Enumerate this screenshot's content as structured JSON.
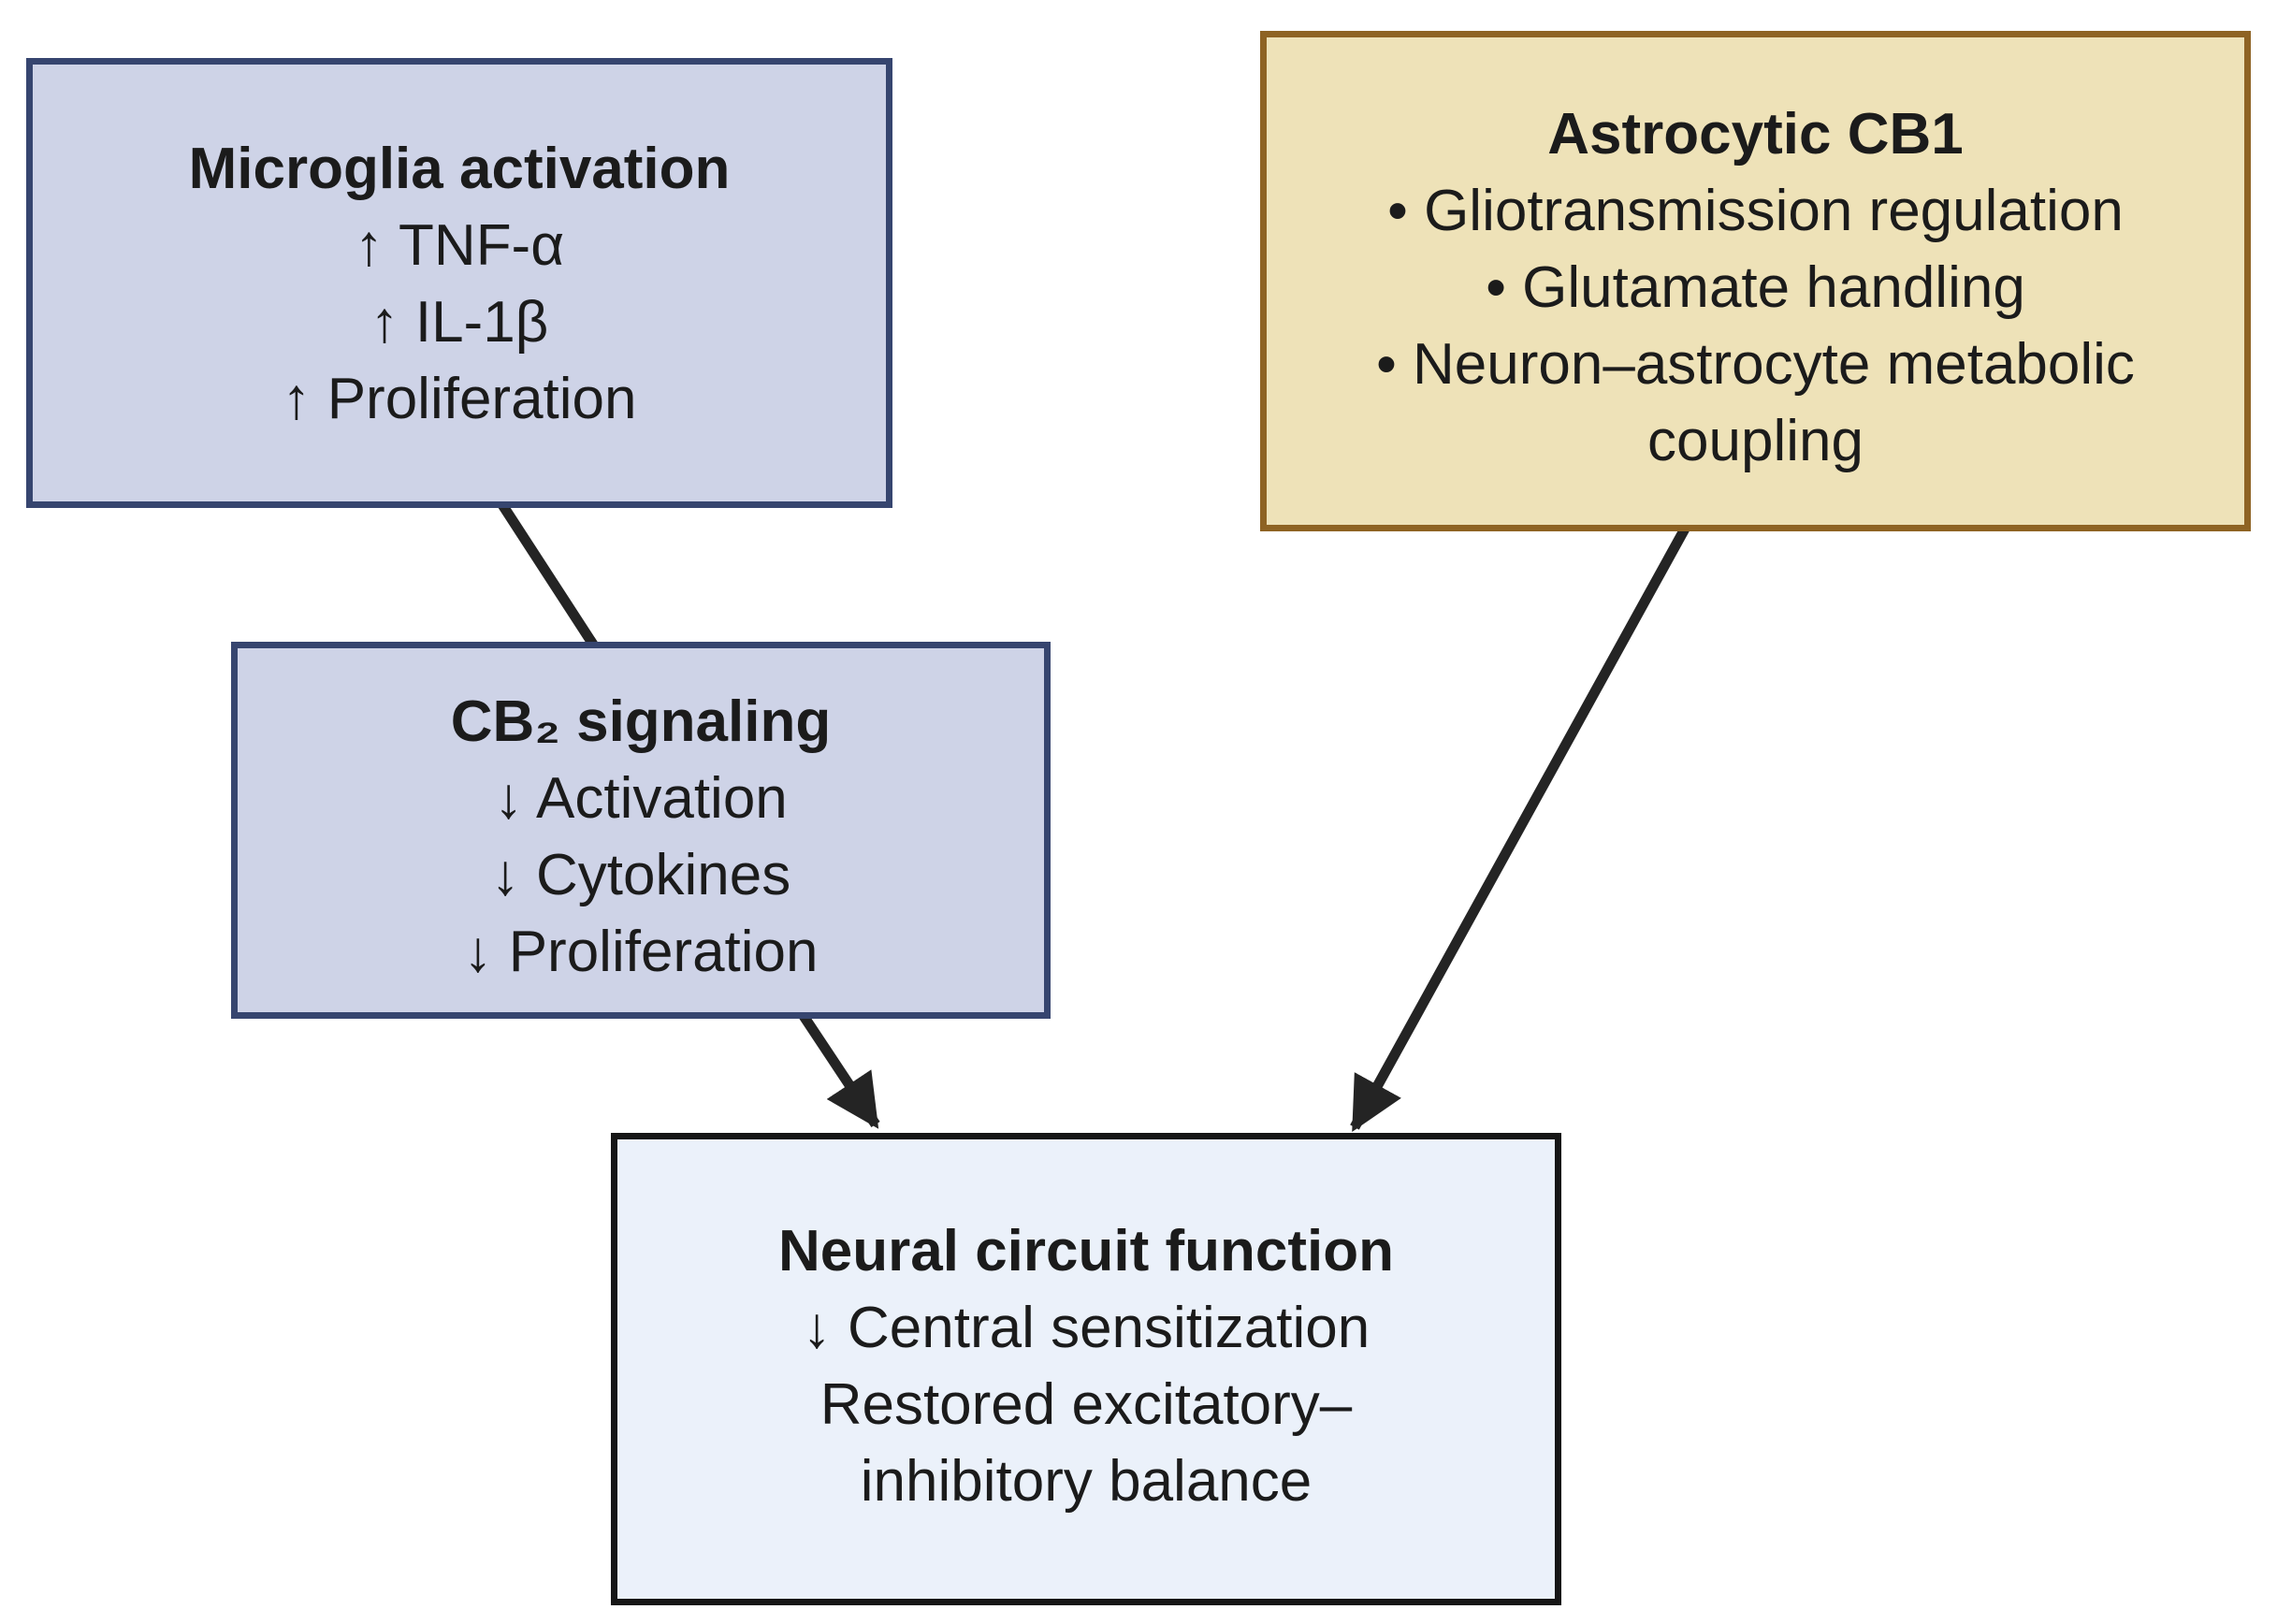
{
  "diagram": {
    "boxes": {
      "microglia": {
        "title": "Microglia activation",
        "lines": [
          "↑ TNF-α",
          "↑ IL-1β",
          "↑ Proliferation"
        ],
        "fill": "#ced3e7",
        "border": "#36456f"
      },
      "astrocytic": {
        "title": "Astrocytic CB1",
        "lines": [
          "• Gliotransmission regulation",
          "• Glutamate handling",
          "• Neuron–astrocyte metabolic",
          "coupling"
        ],
        "fill": "#eee2b8",
        "border": "#8e6323"
      },
      "cb2": {
        "title": "CB₂ signaling",
        "lines": [
          "↓ Activation",
          "↓ Cytokines",
          "↓ Proliferation"
        ],
        "fill": "#ced3e7",
        "border": "#36456f"
      },
      "neural": {
        "title": "Neural circuit function",
        "lines": [
          "↓ Central sensitization",
          "Restored excitatory–",
          "inhibitory balance"
        ],
        "fill": "#ebf1fa",
        "border": "#161616"
      }
    },
    "arrows": {
      "color": "#242424",
      "connections": [
        {
          "from": "microglia",
          "to": "cb2",
          "arrowhead": false
        },
        {
          "from": "cb2",
          "to": "neural",
          "arrowhead": true
        },
        {
          "from": "astrocytic",
          "to": "neural",
          "arrowhead": true
        }
      ]
    }
  }
}
